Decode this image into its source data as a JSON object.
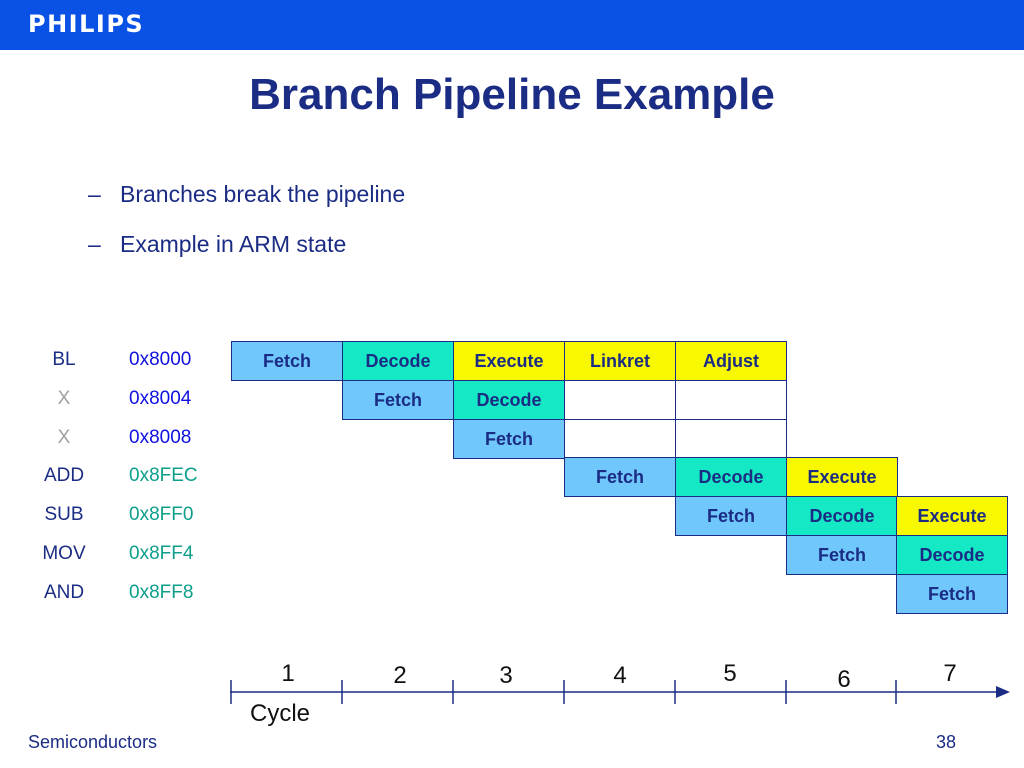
{
  "header": {
    "logo": "PHILIPS"
  },
  "slide": {
    "title": "Branch Pipeline Example",
    "bullets": [
      "Branches break the pipeline",
      "Example in ARM state"
    ],
    "bullet_marker": "–"
  },
  "pipeline": {
    "rows": [
      {
        "instr": "BL",
        "addr": "0x8000",
        "stages": [
          "Fetch",
          "Decode",
          "Execute",
          "Linkret",
          "Adjust"
        ]
      },
      {
        "instr": "X",
        "addr": "0x8004",
        "stages": [
          "Fetch",
          "Decode",
          "",
          ""
        ]
      },
      {
        "instr": "X",
        "addr": "0x8008",
        "stages": [
          "Fetch",
          "",
          ""
        ]
      },
      {
        "instr": "ADD",
        "addr": "0x8FEC",
        "stages": [
          "Fetch",
          "Decode",
          "Execute"
        ]
      },
      {
        "instr": "SUB",
        "addr": "0x8FF0",
        "stages": [
          "Fetch",
          "Decode",
          "Execute"
        ]
      },
      {
        "instr": "MOV",
        "addr": "0x8FF4",
        "stages": [
          "Fetch",
          "Decode"
        ]
      },
      {
        "instr": "AND",
        "addr": "0x8FF8",
        "stages": [
          "Fetch"
        ]
      }
    ],
    "cycles": [
      "1",
      "2",
      "3",
      "4",
      "5",
      "6",
      "7"
    ],
    "cycle_label": "Cycle",
    "colors": {
      "fetch": "#6fc7fb",
      "decode": "#14e8c4",
      "execute": "#f8f800",
      "addr_original": "#1010e0",
      "addr_target": "#0d9f8a"
    }
  },
  "footer": {
    "left": "Semiconductors",
    "page": "38"
  }
}
